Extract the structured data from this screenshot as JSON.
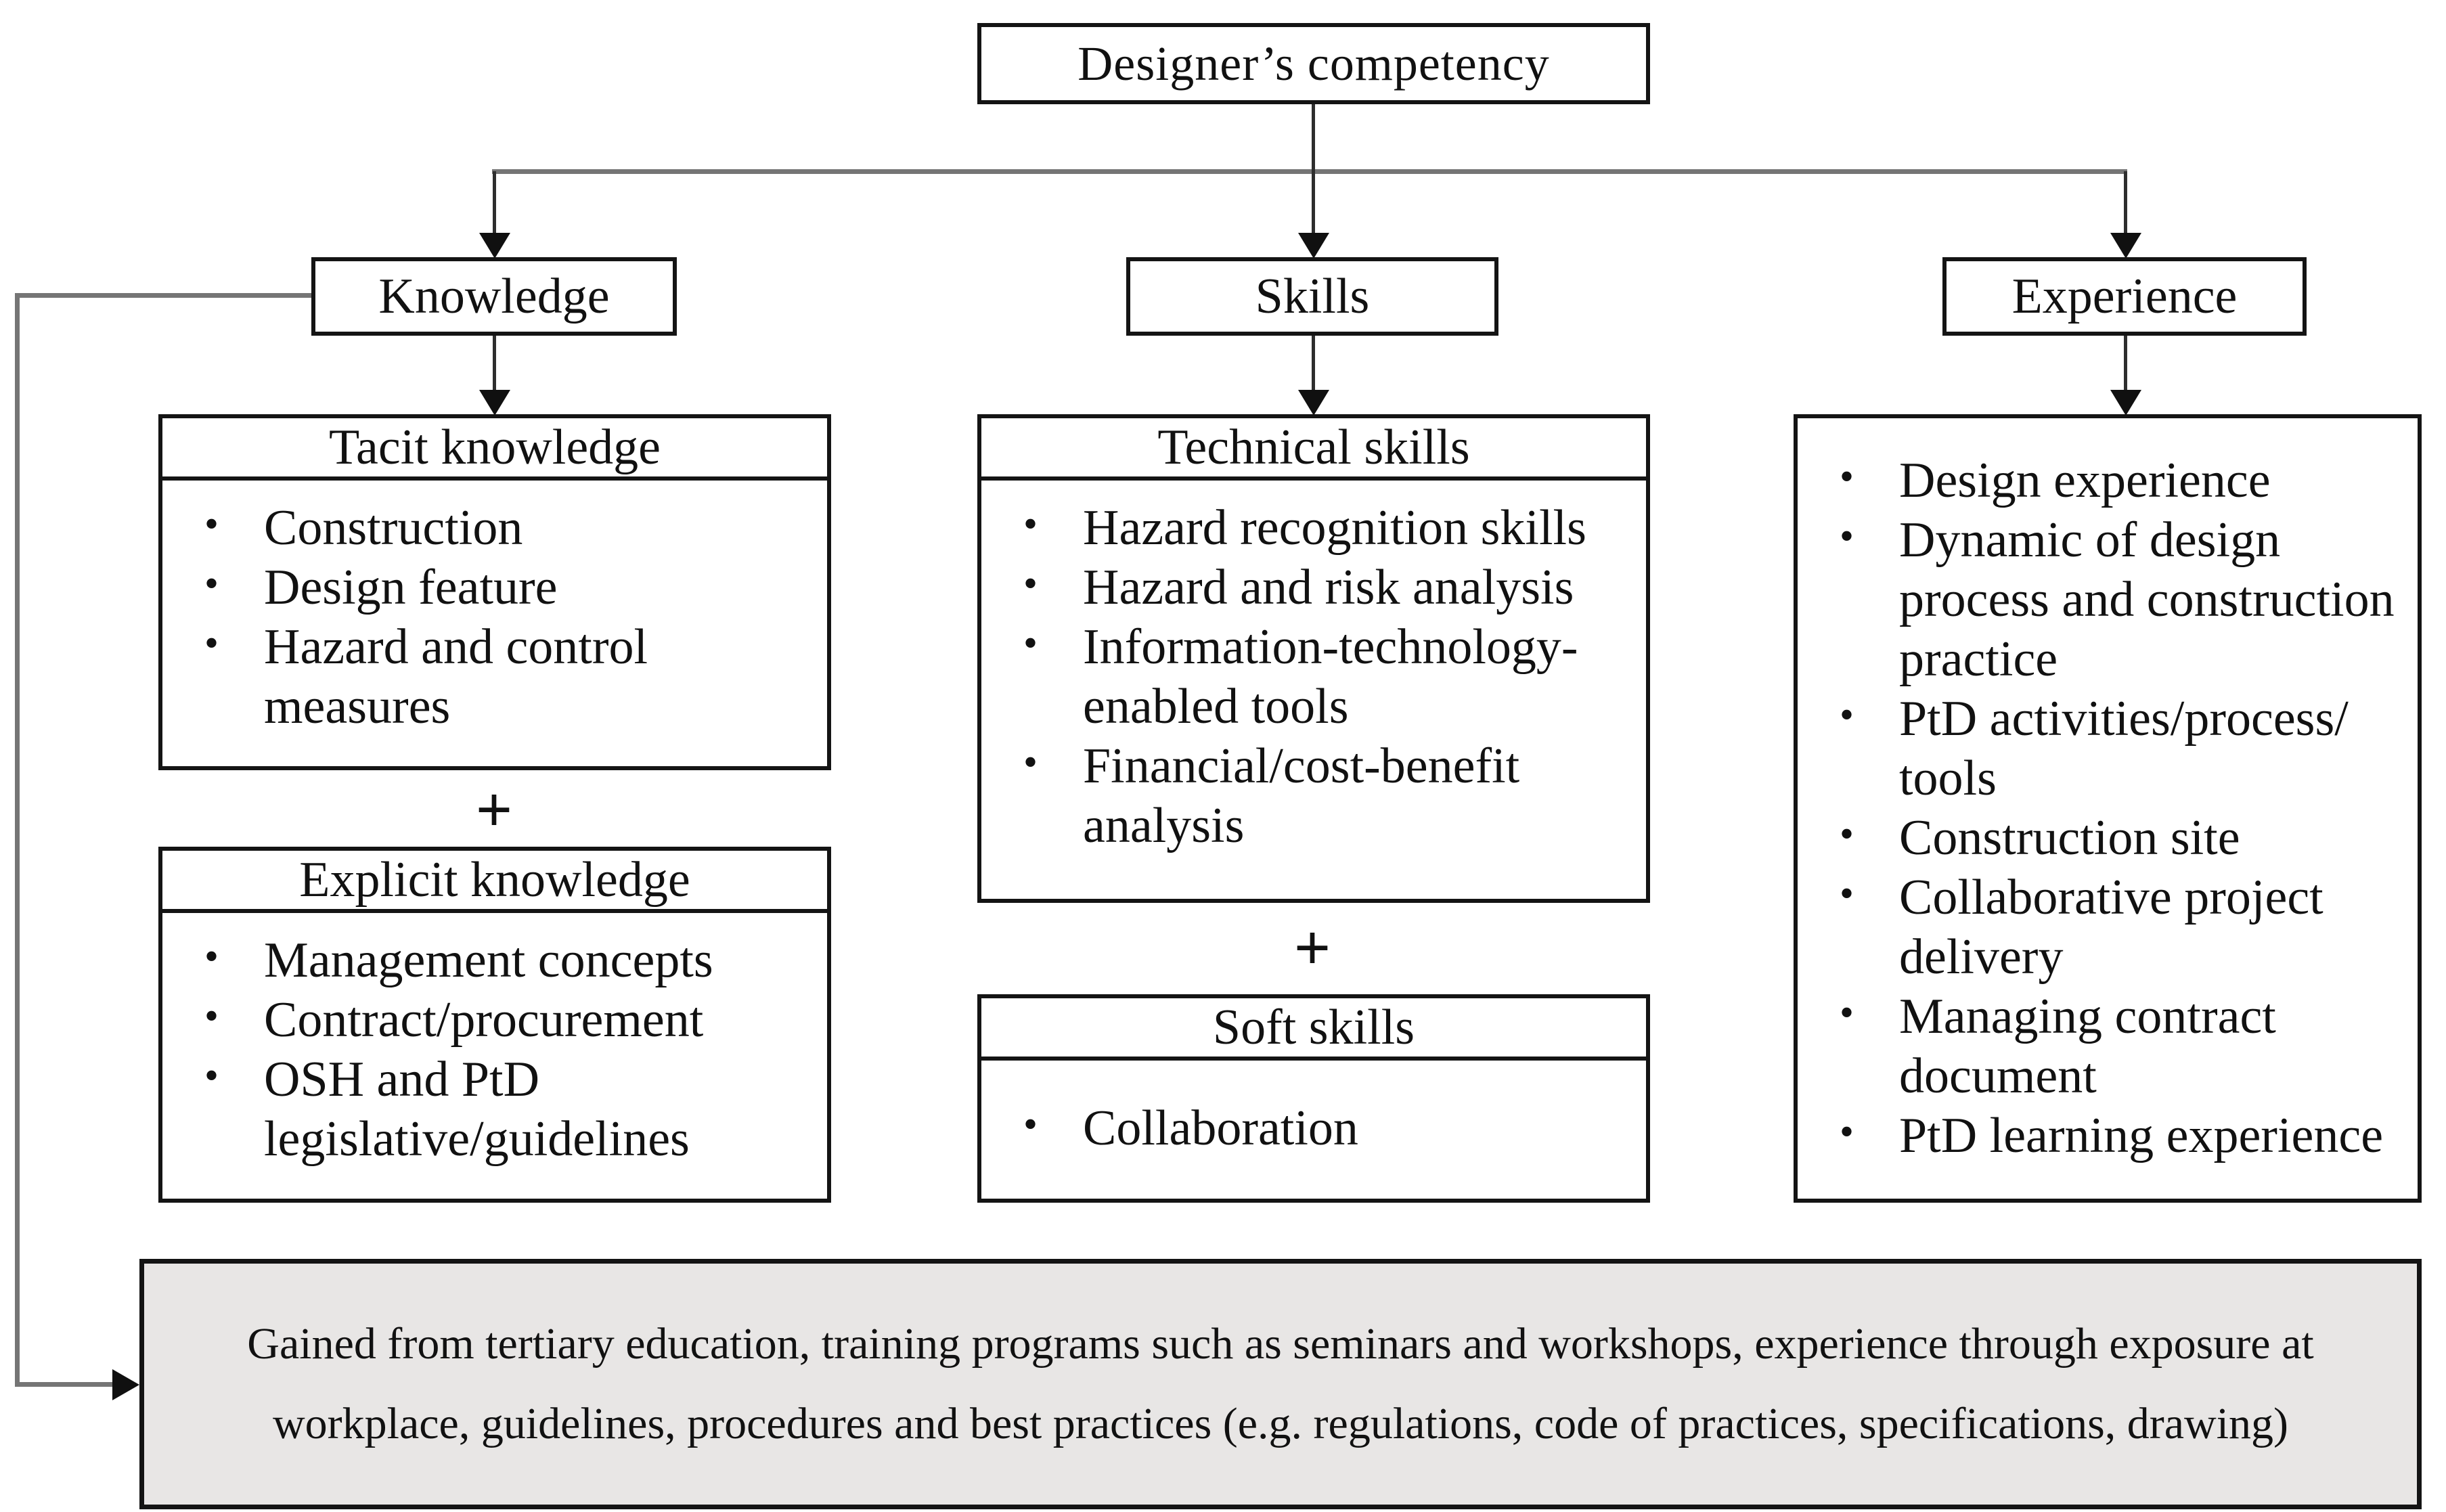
{
  "diagram": {
    "bullet": "•",
    "plus_label": "+",
    "root": {
      "label": "Designer’s competency"
    },
    "columns": [
      {
        "id": "knowledge",
        "header": "Knowledge",
        "boxes": [
          {
            "title": "Tacit knowledge",
            "items": [
              "Construction",
              "Design feature",
              "Hazard and control measures"
            ]
          },
          {
            "title": "Explicit knowledge",
            "items": [
              "Management concepts",
              "Contract/procurement",
              "OSH and PtD legislative/guidelines"
            ]
          }
        ]
      },
      {
        "id": "skills",
        "header": "Skills",
        "boxes": [
          {
            "title": "Technical skills",
            "items": [
              "Hazard recognition skills",
              "Hazard and risk analysis",
              "Information-technology-enabled tools",
              "Financial/cost-benefit analysis"
            ]
          },
          {
            "title": "Soft skills",
            "items": [
              "Collaboration"
            ]
          }
        ]
      },
      {
        "id": "experience",
        "header": "Experience",
        "boxes": [
          {
            "items": [
              "Design experience",
              "Dynamic of design process and construction practice",
              "PtD activities/process/ tools",
              "Construction site",
              "Collaborative project delivery",
              "Managing contract document",
              "PtD learning experience"
            ]
          }
        ]
      }
    ],
    "footer": {
      "text": "Gained from tertiary education, training programs such as seminars and workshops, experience through exposure at workplace, guidelines, procedures and best practices (e.g. regulations, code of practices, specifications, drawing)"
    }
  }
}
